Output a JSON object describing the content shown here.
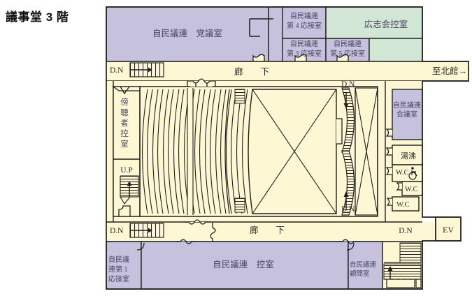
{
  "page": {
    "title": "議事堂 3 階"
  },
  "colors": {
    "room_purple": "#c6c2dd",
    "room_green": "#d2e6d6",
    "corridor_cream": "#fdf8d3",
    "outline": "#231f20",
    "label_purple_text": "#5a5274",
    "label_dark_text": "#2b2b2b",
    "page_background": "#ffffff"
  },
  "rooms": [
    {
      "id": "toukaigi-shitsu",
      "name": "自民議連　党議室",
      "color": "#c6c2dd"
    },
    {
      "id": "setsu4-ousetsu",
      "name_line1": "自民議連",
      "name_line2": "第 4 応接室",
      "color": "#c6c2dd"
    },
    {
      "id": "setsu3-ousetsu",
      "name_line1": "自民議連",
      "name_line2": "第 3 応接室",
      "color": "#c6c2dd"
    },
    {
      "id": "setsu5-ousetsu",
      "name_line1": "自民議連",
      "name_line2": "第 5 応接室",
      "color": "#c6c2dd"
    },
    {
      "id": "koushikai-hikaeshitsu",
      "name": "広志会控室",
      "color": "#d2e6d6"
    },
    {
      "id": "bouchousha-hikaeshitsu",
      "name": "傍聴者控室",
      "color": "#fdf8d3",
      "orientation": "vertical"
    },
    {
      "id": "jimin-kaigishitsu",
      "name_line1": "自民議連",
      "name_line2": "会議室",
      "color": "#c6c2dd"
    },
    {
      "id": "yuwakashi",
      "name": "湯沸",
      "color": "#fdf8d3"
    },
    {
      "id": "wc-accessible",
      "name": "W.C",
      "color": "#fdf8d3"
    },
    {
      "id": "wc-upper",
      "name": "W.C",
      "color": "#fdf8d3"
    },
    {
      "id": "wc-lower",
      "name": "W.C",
      "color": "#fdf8d3"
    },
    {
      "id": "elevator",
      "name": "EV",
      "color": "#fdf8d3"
    },
    {
      "id": "jimin-dai1-ousetsu",
      "name_line1": "自民議",
      "name_line2": "連第 1",
      "name_line3": "応接室",
      "color": "#c6c2dd"
    },
    {
      "id": "jimin-hikaeshitsu",
      "name": "自民議連　控室",
      "color": "#c6c2dd"
    },
    {
      "id": "jimin-komonshitsu",
      "name_line1": "自民議連",
      "name_line2": "顧問室",
      "color": "#c6c2dd"
    }
  ],
  "corridors": [
    {
      "id": "corridor-upper",
      "label": "廊　　下"
    },
    {
      "id": "corridor-lower",
      "label": "廊　　下"
    }
  ],
  "stairs": [
    {
      "id": "stair-dn-top-left",
      "label": "D.N"
    },
    {
      "id": "stair-up-left",
      "label": "U.P"
    },
    {
      "id": "stair-dn-bottom-left",
      "label": "D.N"
    },
    {
      "id": "stair-dn-chamber-top-right",
      "label": "D.N"
    },
    {
      "id": "stair-dn-chamber-bottom-right",
      "label": "D.N"
    },
    {
      "id": "stair-dn-bottom-right",
      "label": "D.N"
    }
  ],
  "annotations": [
    {
      "id": "to-north-wing",
      "text": "至北館→"
    }
  ]
}
